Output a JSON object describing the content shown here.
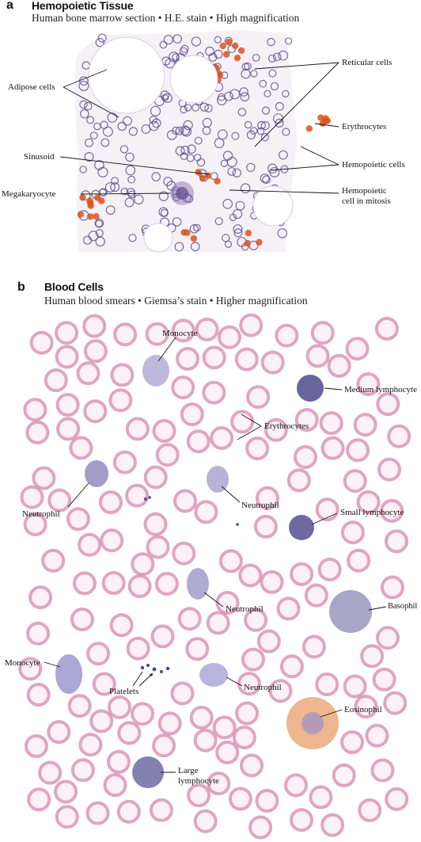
{
  "panel_a": {
    "letter": "a",
    "title": "Hemopoietic Tissue",
    "subtitle": "Human bone marrow section • H.E. stain • High magnification",
    "labels": {
      "adipose": "Adipose cells",
      "reticular": "Reticular cells",
      "erythrocytes": "Erythrocytes",
      "sinusoid": "Sinusoid",
      "hemopoietic": "Hemopoietic cells",
      "megakaryocyte": "Megakaryocyte",
      "mitosis_1": "Hemopoietic",
      "mitosis_2": "cell in mitosis"
    },
    "colors": {
      "nucleus": "#5a4a8c",
      "erythrocyte": "#d9531e",
      "background": "#f7f3f8"
    }
  },
  "panel_b": {
    "letter": "b",
    "title": "Blood Cells",
    "subtitle": "Human blood smears • Giemsa’s stain • Higher magnification",
    "labels": {
      "monocyte_top": "Monocyte",
      "medium_lymphocyte": "Medium lymphocyte",
      "erythrocytes": "Erythrocytes",
      "neutrophil_left": "Neutrophil",
      "neutrophil_mid": "Neutrophil",
      "small_lymphocyte": "Small lymphocyte",
      "neutrophil_center": "Neutrophil",
      "basophil": "Basophil",
      "monocyte_left": "Monocyte",
      "platelets": "Platelets",
      "neutrophil_right": "Neutrophil",
      "eosinophil": "Eosinophil",
      "large_lymphocyte_1": "Large",
      "large_lymphocyte_2": "lymphocyte"
    },
    "colors": {
      "erythrocyte": "#d98fb3",
      "lymphocyte": "#4e4a8a",
      "eosinophil": "#d7621f"
    }
  }
}
